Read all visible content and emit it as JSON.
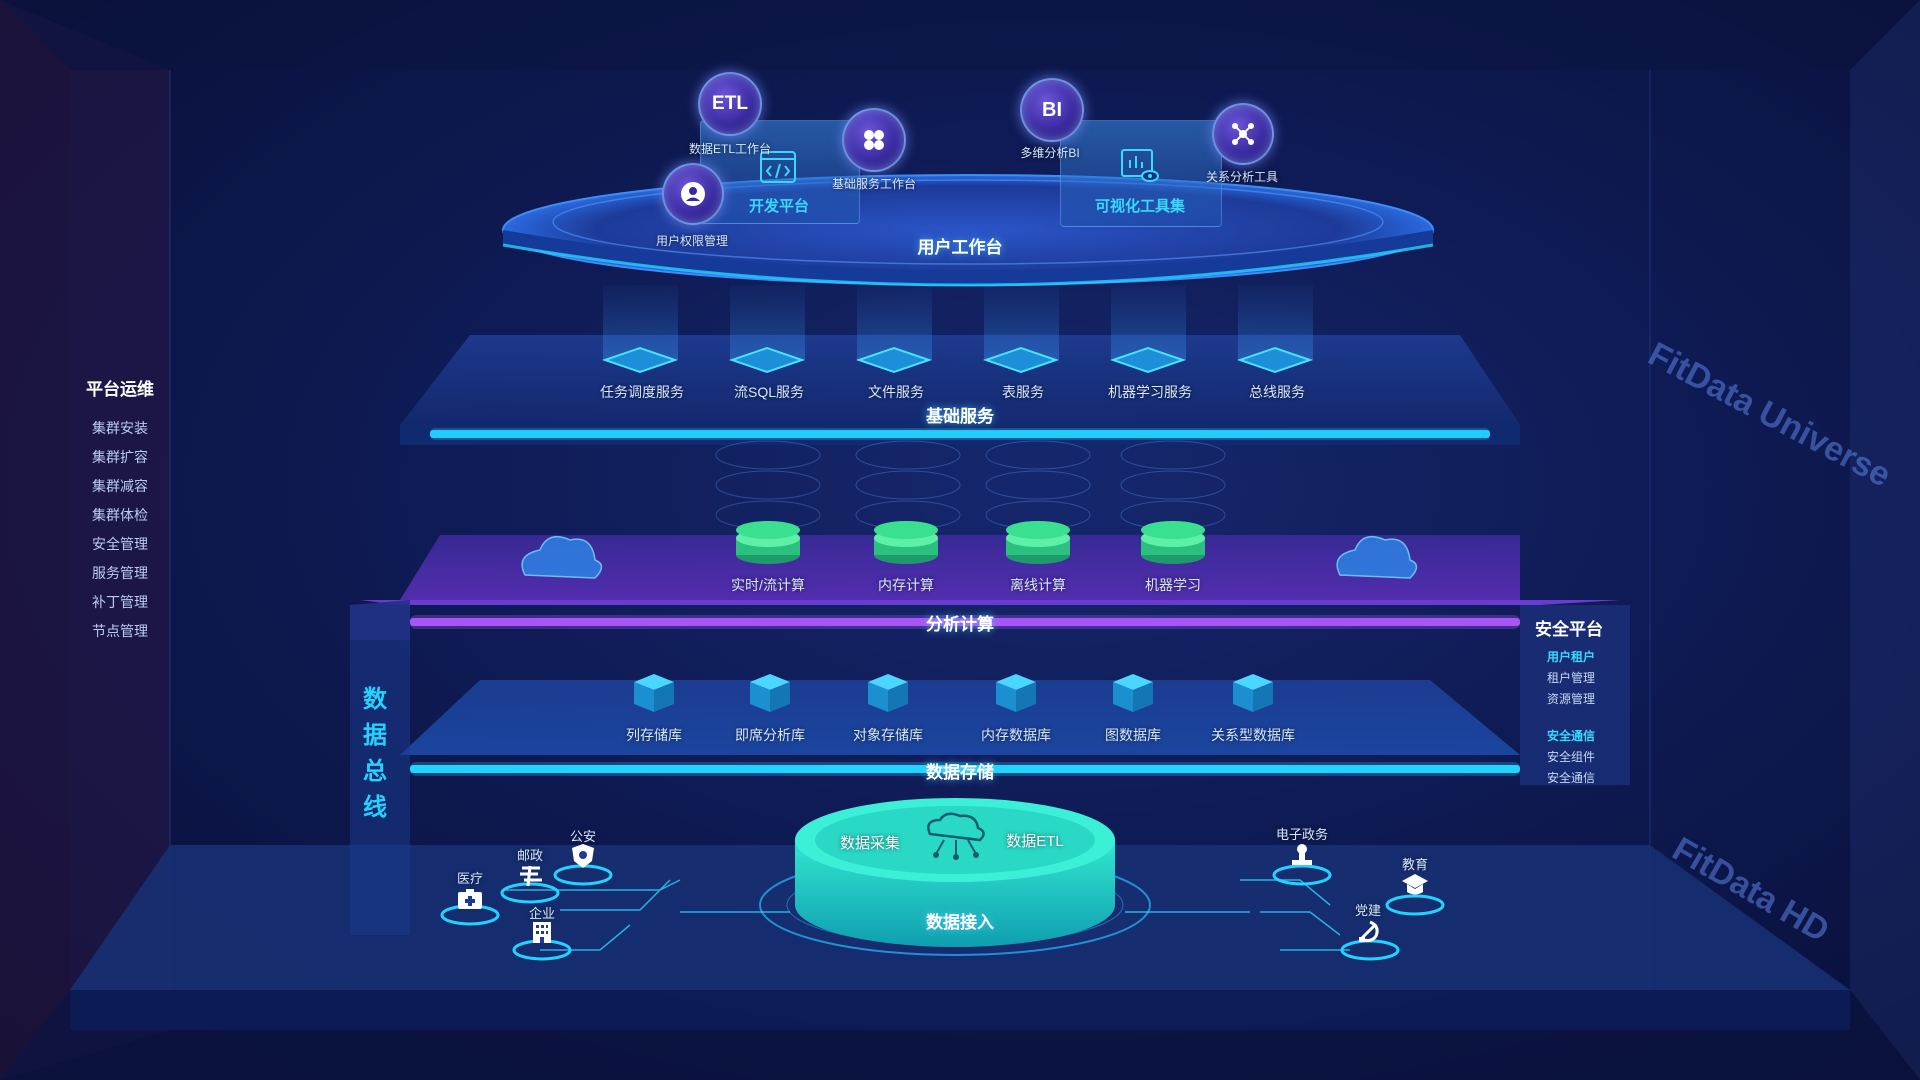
{
  "sidebar": {
    "title": "平台运维",
    "items": [
      "集群安装",
      "集群扩容",
      "集群减容",
      "集群体检",
      "安全管理",
      "服务管理",
      "补丁管理",
      "节点管理"
    ]
  },
  "user_workbench": {
    "title": "用户工作台",
    "cards": [
      {
        "label": "开发平台"
      },
      {
        "label": "可视化工具集"
      }
    ],
    "bubbles": [
      {
        "text": "ETL",
        "label": "数据ETL工作台"
      },
      {
        "text": "",
        "label": "基础服务工作台",
        "icon": "grid-icon"
      },
      {
        "text": "",
        "label": "用户权限管理",
        "icon": "user-icon"
      },
      {
        "text": "BI",
        "label": "多维分析BI"
      },
      {
        "text": "",
        "label": "关系分析工具",
        "icon": "network-icon"
      }
    ]
  },
  "basic_services": {
    "title": "基础服务",
    "items": [
      "任务调度服务",
      "流SQL服务",
      "文件服务",
      "表服务",
      "机器学习服务",
      "总线服务"
    ]
  },
  "analytics": {
    "title": "分析计算",
    "items": [
      "实时/流计算",
      "内存计算",
      "离线计算",
      "机器学习"
    ]
  },
  "storage": {
    "title": "数据存储",
    "items": [
      "列存储库",
      "即席分析库",
      "对象存储库",
      "内存数据库",
      "图数据库",
      "关系型数据库"
    ]
  },
  "data_access": {
    "title": "数据接入",
    "left": "数据采集",
    "right": "数据ETL"
  },
  "data_bus": {
    "chars": [
      "数",
      "据",
      "总",
      "线"
    ]
  },
  "security": {
    "title": "安全平台",
    "groups": [
      {
        "head": "用户租户",
        "items": [
          "租户管理",
          "资源管理"
        ]
      },
      {
        "head": "安全通信",
        "items": [
          "安全组件",
          "安全通信"
        ]
      }
    ]
  },
  "sources_left": [
    "医疗",
    "邮政",
    "公安",
    "企业"
  ],
  "sources_right": [
    "电子政务",
    "教育",
    "党建"
  ],
  "watermarks": [
    "FitData Universe",
    "FitData HD"
  ],
  "colors": {
    "cyan": "#22d3ff",
    "purple": "#a855f7",
    "green": "#34e08a",
    "teal": "#1bd3c2"
  }
}
